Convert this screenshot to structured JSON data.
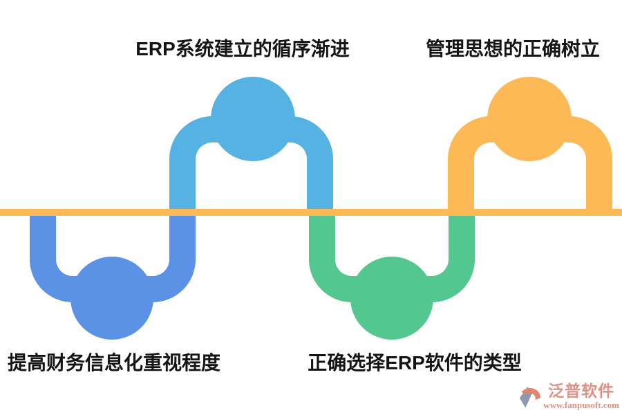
{
  "diagram": {
    "baseline_color": "#FDB955",
    "steps": [
      {
        "index": 1,
        "position": "bottom",
        "label": "提高财务信息化重视程度",
        "color": "#5B92E5"
      },
      {
        "index": 2,
        "position": "top",
        "label": "ERP系统建立的循序渐进",
        "color": "#55B2E2"
      },
      {
        "index": 3,
        "position": "bottom",
        "label": "正确选择ERP软件的类型",
        "color": "#53C78F"
      },
      {
        "index": 4,
        "position": "top",
        "label": "管理思想的正确树立",
        "color": "#FDB955"
      }
    ]
  },
  "watermark": {
    "brand": "泛普软件",
    "url": "www.fanpusoft.com",
    "text_color": "#E09186",
    "icon_swoosh_color": "#8C99AF",
    "icon_crescent_color": "#DD8672"
  }
}
